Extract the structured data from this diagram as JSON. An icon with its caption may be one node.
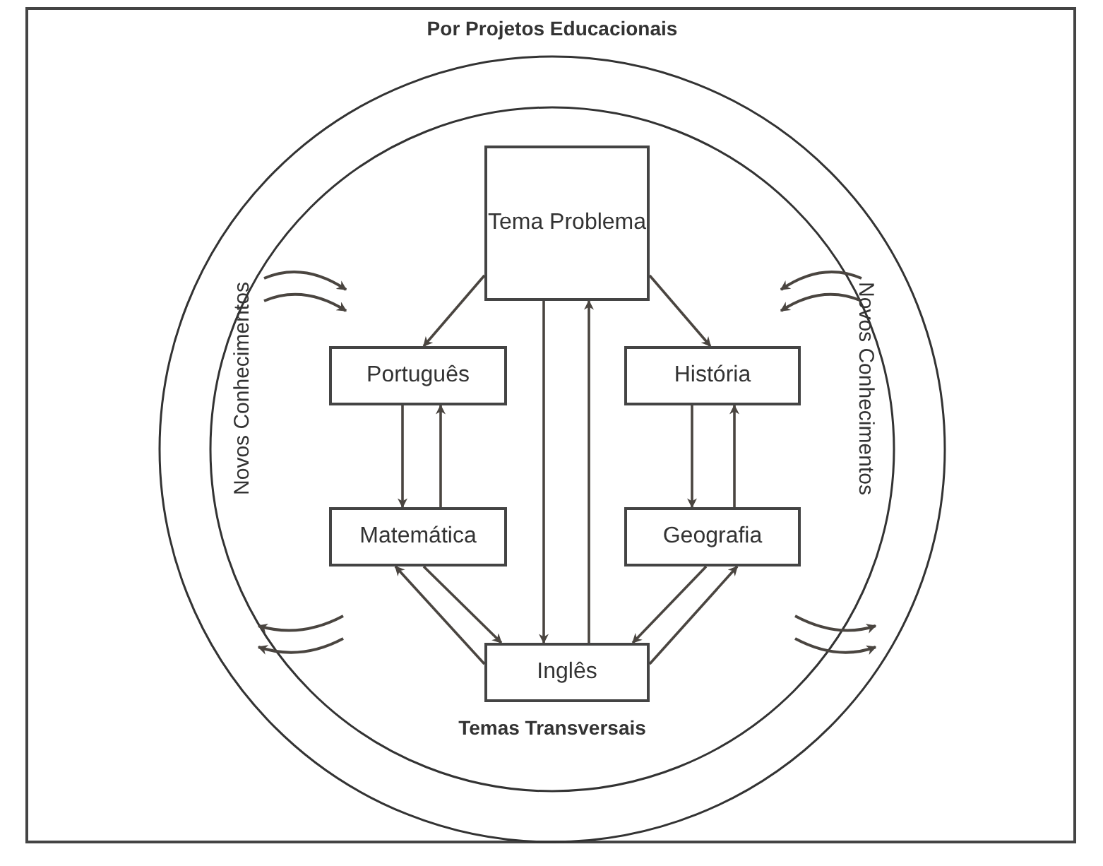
{
  "diagram": {
    "title": "Por Projetos Educacionais",
    "nodes": [
      {
        "text": [
          "Tema Problema"
        ]
      },
      {
        "text": [
          "Português"
        ]
      },
      {
        "text": [
          "História"
        ]
      },
      {
        "text": [
          "Matemática"
        ]
      },
      {
        "text": [
          "Geografia"
        ]
      },
      {
        "text": [
          "Inglês"
        ]
      }
    ],
    "edges": [
      {
        "from": 0,
        "to": 1,
        "arrow": "to"
      },
      {
        "from": 0,
        "to": 2,
        "arrow": "to"
      },
      {
        "from": 1,
        "to": 3,
        "arrow": "to"
      },
      {
        "from": 3,
        "to": 1,
        "arrow": "to"
      },
      {
        "from": 2,
        "to": 4,
        "arrow": "to"
      },
      {
        "from": 4,
        "to": 2,
        "arrow": "to"
      },
      {
        "from": 0,
        "to": 5,
        "arrow": "to"
      },
      {
        "from": 5,
        "to": 0,
        "arrow": "to"
      },
      {
        "from": 3,
        "to": 5,
        "arrow": "to"
      },
      {
        "from": 5,
        "to": 3,
        "arrow": "to"
      },
      {
        "from": 4,
        "to": 5,
        "arrow": "to"
      },
      {
        "from": 5,
        "to": 4,
        "arrow": "to"
      }
    ],
    "labels": [
      "Novos Conhecimentos",
      "Novos Conhecimentos",
      "Temas Transversais"
    ]
  }
}
